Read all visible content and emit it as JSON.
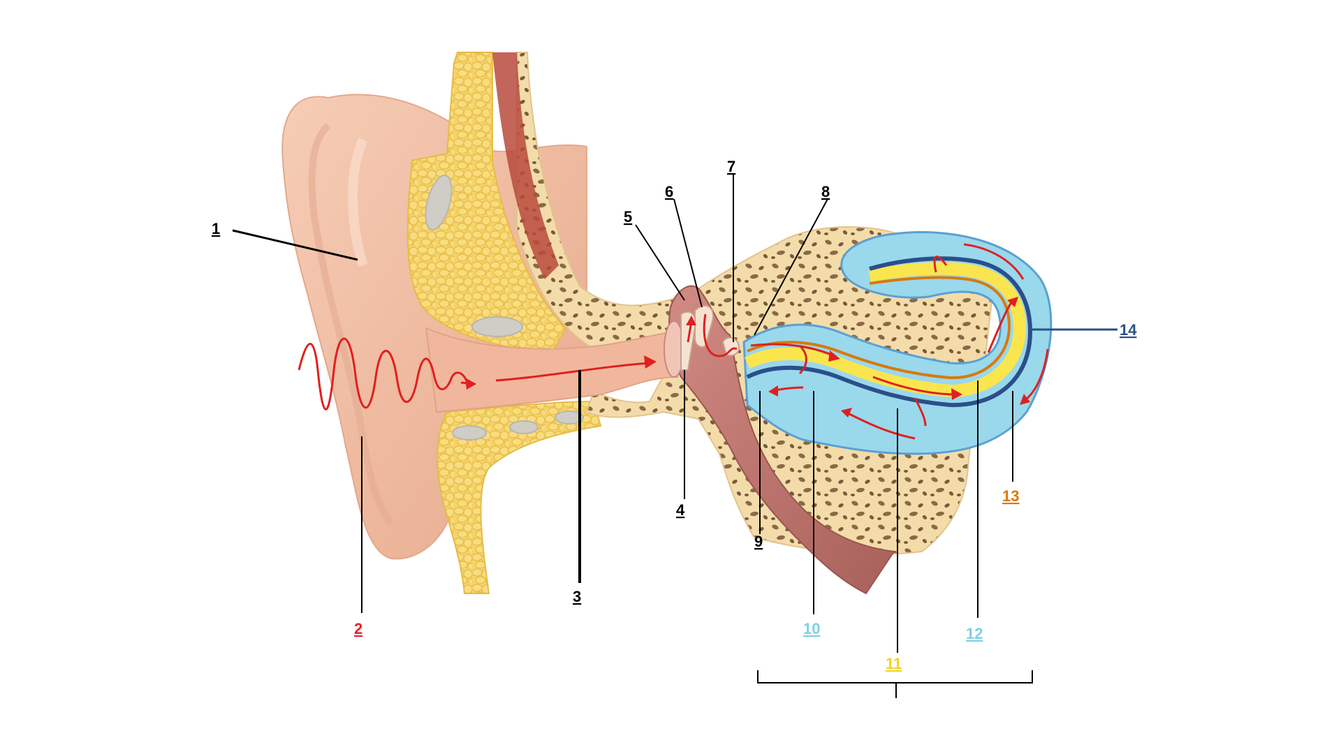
{
  "labels": [
    {
      "id": "1",
      "text": "1",
      "color": "#000000"
    },
    {
      "id": "2",
      "text": "2",
      "color": "#e8202a"
    },
    {
      "id": "3",
      "text": "3",
      "color": "#000000"
    },
    {
      "id": "4",
      "text": "4",
      "color": "#000000"
    },
    {
      "id": "5",
      "text": "5",
      "color": "#000000"
    },
    {
      "id": "6",
      "text": "6",
      "color": "#000000"
    },
    {
      "id": "7",
      "text": "7",
      "color": "#000000"
    },
    {
      "id": "8",
      "text": "8",
      "color": "#000000"
    },
    {
      "id": "9",
      "text": "9",
      "color": "#000000"
    },
    {
      "id": "10",
      "text": "10",
      "color": "#7fd0e6"
    },
    {
      "id": "11",
      "text": "11",
      "color": "#f2d21e"
    },
    {
      "id": "12",
      "text": "12",
      "color": "#7fd0e6"
    },
    {
      "id": "13",
      "text": "13",
      "color": "#d9790c"
    },
    {
      "id": "14",
      "text": "14",
      "color": "#2a4f8a"
    }
  ],
  "colors": {
    "skin": "#f2bfa4",
    "skin_dark": "#e2a285",
    "fat": "#f5d36a",
    "bone": "#f3dcaa",
    "bone_pore": "#7a5a3a",
    "cavity": "#c47c74",
    "perilymph": "#9ad8ec",
    "endolymph": "#fbe54e",
    "membrane": "#d9790c",
    "outer_wall": "#2a4f8a",
    "arrow": "#e0201e"
  }
}
